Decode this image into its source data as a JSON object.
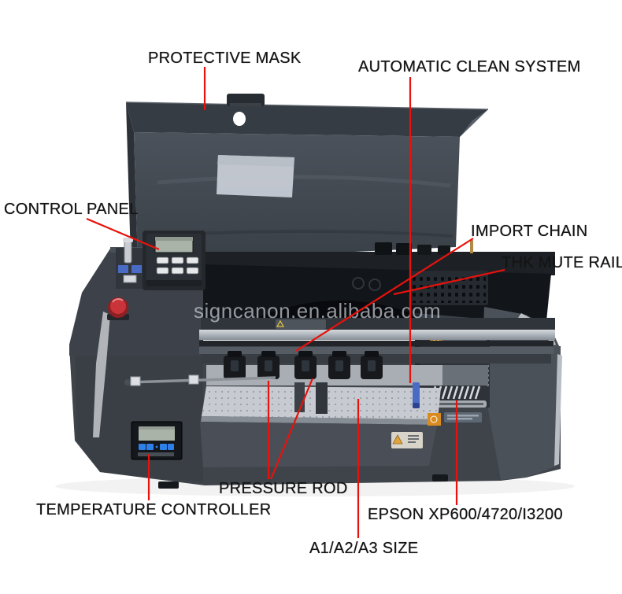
{
  "page": {
    "background": "#ffffff"
  },
  "watermark": {
    "text": "signcanon.en.alibaba.com"
  },
  "callouts": [
    {
      "id": "protective-mask",
      "text": "PROTECTIVE MASK"
    },
    {
      "id": "automatic-clean-system",
      "text": "AUTOMATIC CLEAN SYSTEM"
    },
    {
      "id": "control-panel",
      "text": "CONTROL PANEL"
    },
    {
      "id": "import-chain",
      "text": "IMPORT CHAIN"
    },
    {
      "id": "thk-mute-rail",
      "text": "THK MUTE RAIL"
    },
    {
      "id": "temperature-controller",
      "text": "TEMPERATURE CONTROLLER"
    },
    {
      "id": "pressure-rod",
      "text": "PRESSURE ROD"
    },
    {
      "id": "printhead-model",
      "text": "EPSON XP600/4720/I3200"
    },
    {
      "id": "print-size",
      "text": "A1/A2/A3 SIZE"
    }
  ],
  "colors": {
    "annotation_red": "#e8120c",
    "label_text": "#141414",
    "watermark_gray": "#c6ccd4",
    "lid_dark": "#434a52",
    "body_dark": "#3f444b",
    "cavity_black": "#121519",
    "metal_light": "#c6cacf",
    "emergency_red": "#c9343a",
    "chain_blue": "#4a6bc4",
    "warning_orange": "#d98b1f",
    "lcd_green": "#aab3a8",
    "digit_blue": "#2f7fe8"
  }
}
